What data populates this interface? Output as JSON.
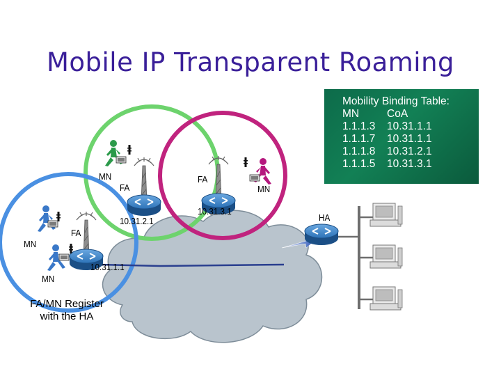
{
  "title": "Mobile IP Transparent Roaming",
  "binding_table": {
    "heading": "Mobility Binding Table:",
    "columns": [
      "MN",
      "CoA"
    ],
    "rows": [
      [
        "1.1.1.3",
        "10.31.1.1"
      ],
      [
        "1.1.1.7",
        "10.31.1.1"
      ],
      [
        "1.1.1.8",
        "10.31.2.1"
      ],
      [
        "1.1.1.5",
        "10.31.3.1"
      ]
    ]
  },
  "labels": {
    "mn_green": "MN",
    "fa_green": "FA",
    "addr_green": "10.31.2.1",
    "fa_magenta": "FA",
    "mn_magenta": "MN",
    "addr_magenta": "10.31.3.1",
    "mn_blue_top": "MN",
    "fa_blue": "FA",
    "mn_blue_bottom": "MN",
    "addr_blue": "10.31.1.1",
    "ha": "HA"
  },
  "caption": "FA/MN Register with the HA",
  "colors": {
    "title": "#3a1f99",
    "table_bg": "#128055",
    "cell_green": "#6dd36d",
    "cell_magenta": "#c0237e",
    "cell_blue": "#4a90e2",
    "cloud": "#b9c4cd",
    "router": "#2d73b8",
    "person_green": "#2b9a4a",
    "person_magenta": "#b5187e",
    "person_blue": "#3a78c8"
  },
  "icons": [
    "person-icon",
    "laptop-icon",
    "antenna-tower-icon",
    "router-icon",
    "desktop-computer-icon",
    "cloud-icon"
  ]
}
